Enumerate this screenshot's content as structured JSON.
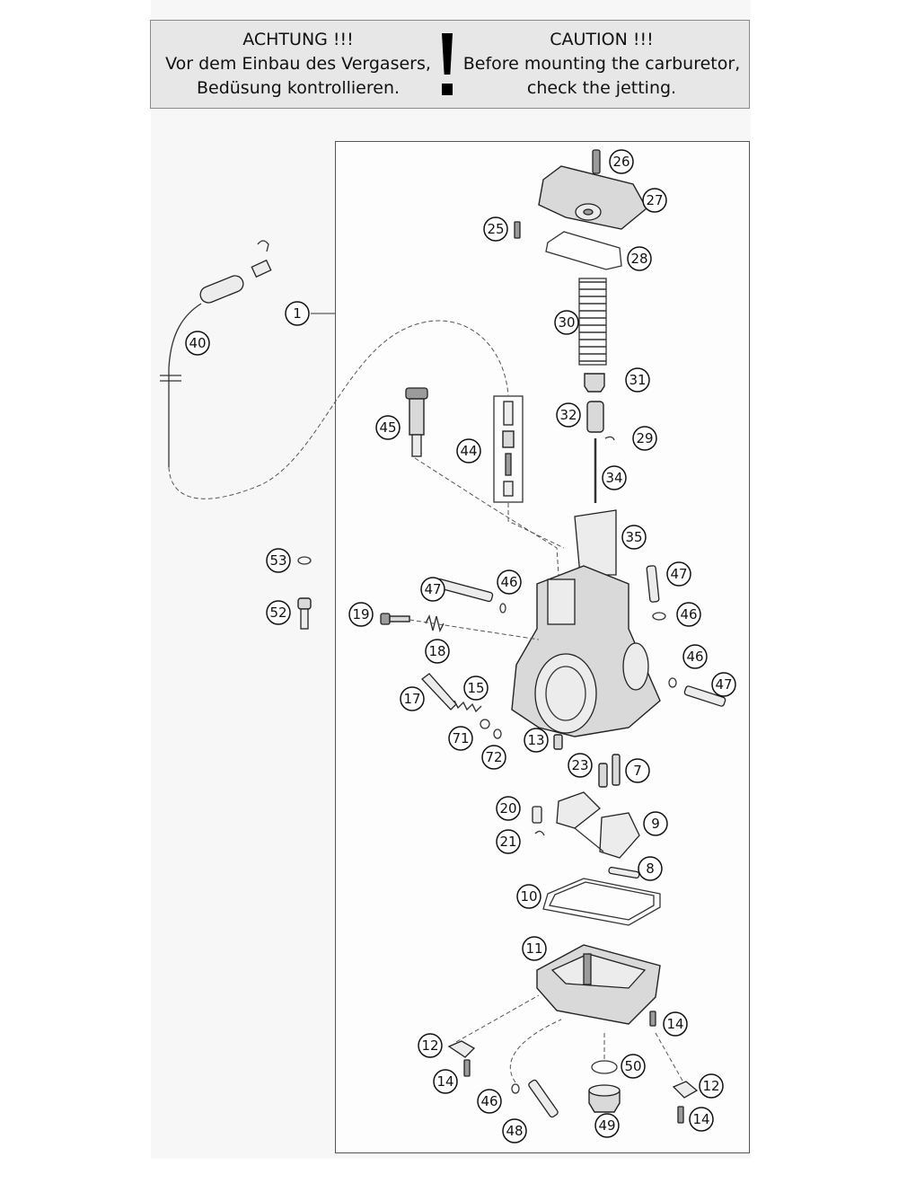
{
  "caution": {
    "de_title": "ACHTUNG !!!",
    "de_line1": "Vor dem Einbau des Vergasers,",
    "de_line2": "Bedüsung kontrollieren.",
    "en_title": "CAUTION !!!",
    "en_line1": "Before mounting the carburetor,",
    "en_line2": "check the jetting."
  },
  "callouts": [
    "26",
    "27",
    "25",
    "28",
    "1",
    "30",
    "40",
    "31",
    "32",
    "29",
    "45",
    "44",
    "34",
    "35",
    "53",
    "47",
    "46",
    "52",
    "19",
    "47",
    "46",
    "18",
    "46",
    "15",
    "17",
    "47",
    "71",
    "72",
    "13",
    "23",
    "7",
    "20",
    "9",
    "21",
    "8",
    "10",
    "11",
    "14",
    "12",
    "50",
    "14",
    "12",
    "46",
    "48",
    "49",
    "14"
  ]
}
